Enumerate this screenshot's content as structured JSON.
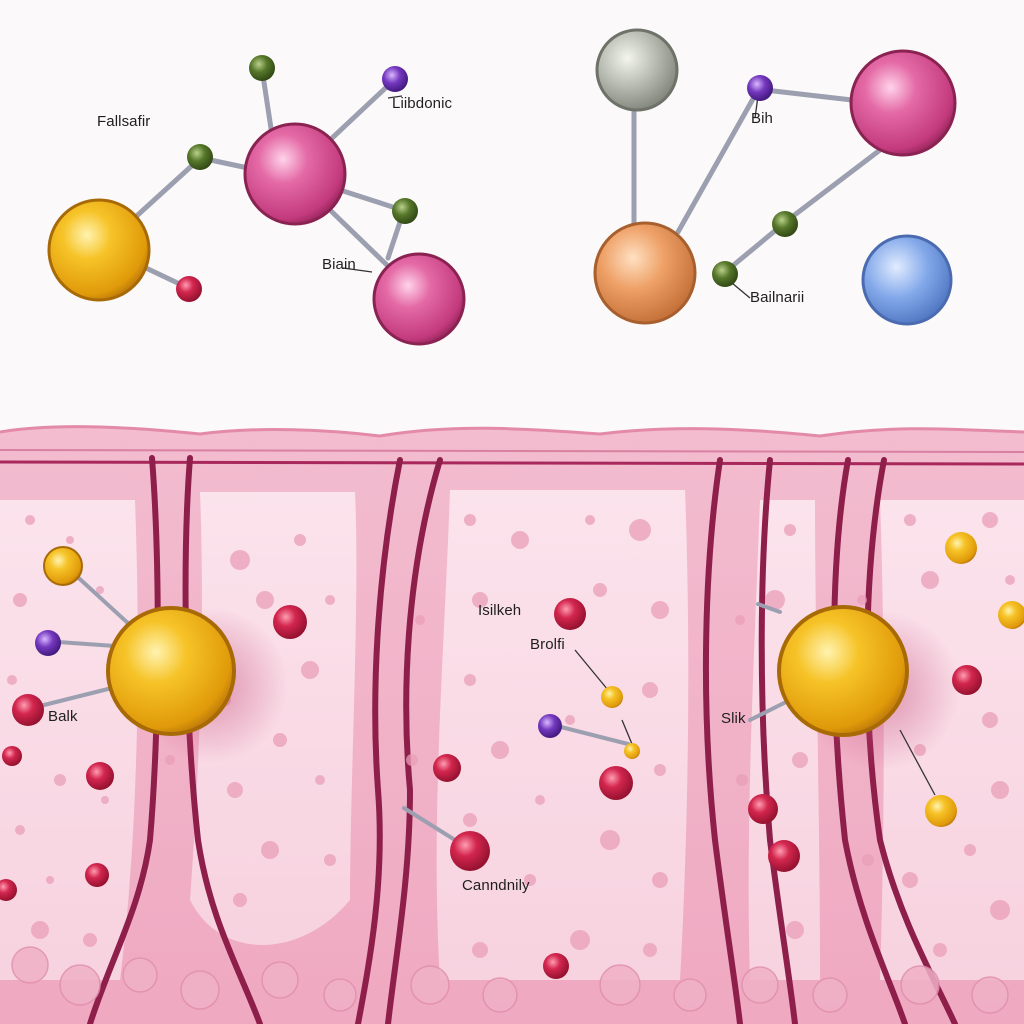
{
  "labels": {
    "top_left_1": "Fallsafir",
    "top_left_2": "Liibdonic",
    "top_left_3": "Biain",
    "top_right_1": "Bih",
    "top_right_2": "Bailnarii",
    "tissue_1": "Balk",
    "tissue_2": "Isilkeh",
    "tissue_3": "Brolfi",
    "tissue_4": "Slik",
    "tissue_5": "Canndnily"
  },
  "colors": {
    "background": "#fbf9f9",
    "tissue_fill": "#f2b6cb",
    "tissue_light": "#f9dce6",
    "tissue_wall": "#8e1f4a",
    "bond": "#9a9cab",
    "gold": "#f1b318",
    "magenta": "#d84a8d",
    "crimson": "#c2173f",
    "olive": "#4d6b22",
    "violet": "#6a2fb1",
    "peach": "#eea066",
    "gray": "#b9bcb2",
    "blue": "#7ea4e8"
  }
}
